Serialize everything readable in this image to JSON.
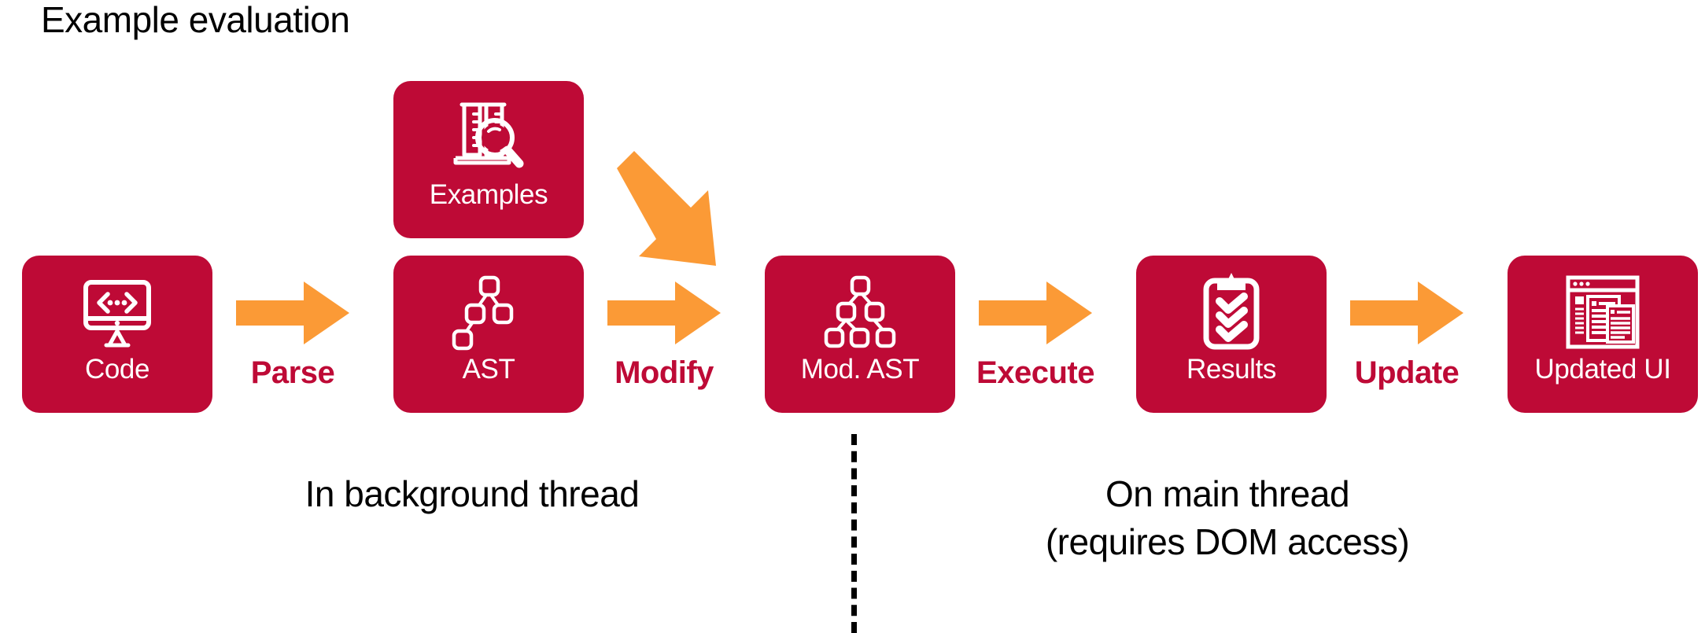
{
  "title": "Example evaluation",
  "colors": {
    "crimson": "#BE0A36",
    "orange": "#FB9A36",
    "white": "#FFFFFF",
    "black": "#000000",
    "background": "#FFFFFF"
  },
  "nodes": [
    {
      "id": "code",
      "label": "Code",
      "icon": "monitor-code-icon"
    },
    {
      "id": "examples",
      "label": "Examples",
      "icon": "test-tubes-magnifier-icon"
    },
    {
      "id": "ast",
      "label": "AST",
      "icon": "tree-small-icon"
    },
    {
      "id": "mod_ast",
      "label": "Mod. AST",
      "icon": "tree-large-icon"
    },
    {
      "id": "results",
      "label": "Results",
      "icon": "clipboard-checklist-icon"
    },
    {
      "id": "updated_ui",
      "label": "Updated UI",
      "icon": "browser-window-icon"
    }
  ],
  "arrows": [
    {
      "id": "parse",
      "label": "Parse",
      "from": "code",
      "to": "ast",
      "direction": "right"
    },
    {
      "id": "modify",
      "label": "Modify",
      "from": "ast",
      "to": "mod_ast",
      "direction": "right"
    },
    {
      "id": "execute",
      "label": "Execute",
      "from": "mod_ast",
      "to": "results",
      "direction": "right"
    },
    {
      "id": "update",
      "label": "Update",
      "from": "results",
      "to": "updated_ui",
      "direction": "right"
    },
    {
      "id": "examples_feed",
      "label": "",
      "from": "examples",
      "to": "mod_ast",
      "direction": "down-right"
    }
  ],
  "footnotes": {
    "background": "In background thread",
    "main_line1": "On main thread",
    "main_line2": "(requires DOM access)"
  },
  "divider": {
    "style": "dashed",
    "orientation": "vertical"
  }
}
